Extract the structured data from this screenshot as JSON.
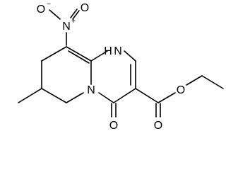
{
  "molecule": {
    "atoms": {
      "nitro_o_left": "O",
      "nitro_o_left_charge": "−",
      "nitro_o_right": "O",
      "nitro_n": "N",
      "nitro_n_charge": "+",
      "ring_nh": "N",
      "ring_nh_h": "H",
      "ring_n": "N",
      "ketone_o": "O",
      "ester_o_single": "O",
      "ester_o_double": "O"
    }
  }
}
